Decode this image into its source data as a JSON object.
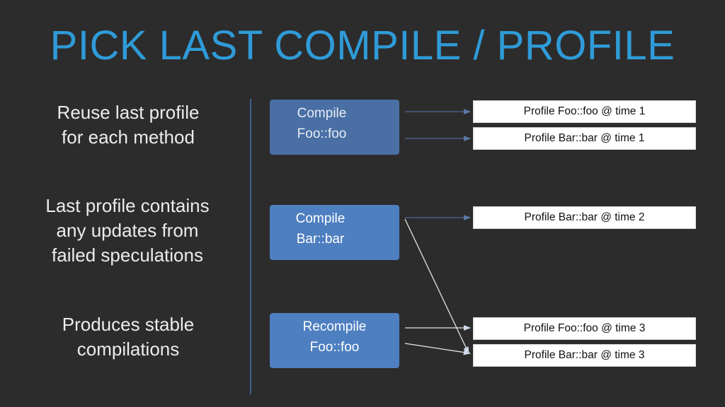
{
  "title": "PICK LAST COMPILE / PROFILE",
  "bullets": [
    "Reuse last profile\nfor each method",
    "Last profile contains\nany updates from\nfailed speculations",
    "Produces stable\ncompilations"
  ],
  "compiles": [
    "Compile\nFoo::foo",
    "Compile\nBar::bar",
    "Recompile\nFoo::foo"
  ],
  "profiles": [
    "Profile Foo::foo @ time 1",
    "Profile Bar::bar @ time 1",
    "Profile Bar::bar @ time 2",
    "Profile Foo::foo @ time 3",
    "Profile Bar::bar @ time 3"
  ],
  "colors": {
    "background": "#2c2c2c",
    "title": "#2f9bd8",
    "compile_box": "#4e7fc0",
    "compile_box_dim": "#4a6fa5",
    "arrow": "#4e7fc0"
  }
}
